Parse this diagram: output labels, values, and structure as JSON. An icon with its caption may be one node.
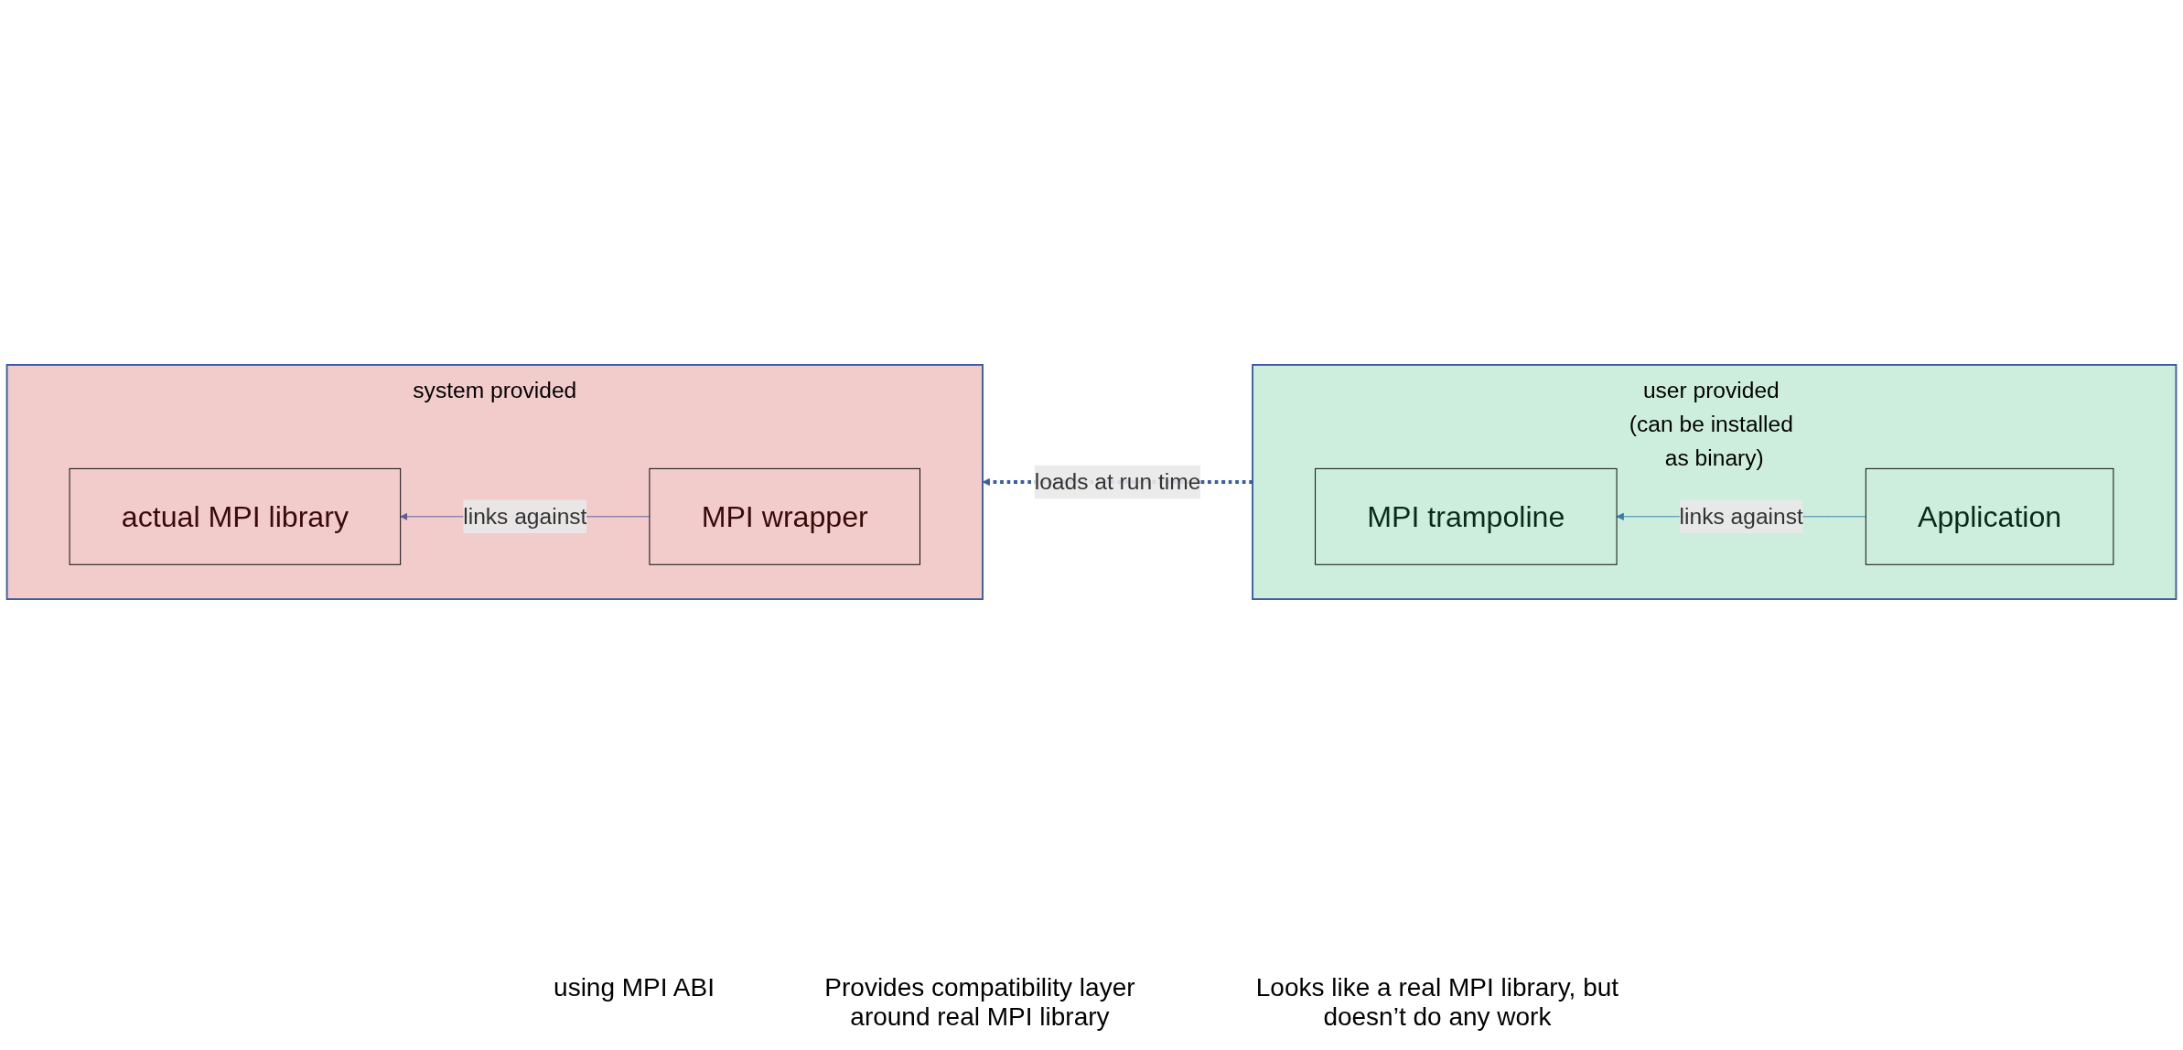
{
  "diagram": {
    "nodes": [
      {
        "text": [
          "system provided"
        ]
      },
      {
        "text": [
          "actual MPI library"
        ],
        "in": 0
      },
      {
        "text": [
          "MPI wrapper"
        ],
        "in": 0
      },
      {
        "text": [
          "user provided (can be installed as binary)"
        ]
      },
      {
        "text": [
          "MPI trampoline"
        ],
        "in": 3
      },
      {
        "text": [
          "Application"
        ],
        "in": 3
      }
    ],
    "edges": [
      {
        "from": 2,
        "to": 1,
        "arrow": "to",
        "label": "links against",
        "color": "#5b5b9c"
      },
      {
        "from": 5,
        "to": 4,
        "arrow": "to",
        "label": "links against",
        "color": "#337ca8"
      },
      {
        "from": 3,
        "to": 0,
        "arrow": "to",
        "label": "loads at run time",
        "style": "dashed",
        "color": "#3a5fa0"
      }
    ],
    "labels": [
      "using MPI ABI",
      "Provides compatibility layer around real MPI library",
      "Looks like a real MPI library, but doesn’t do any work"
    ]
  }
}
